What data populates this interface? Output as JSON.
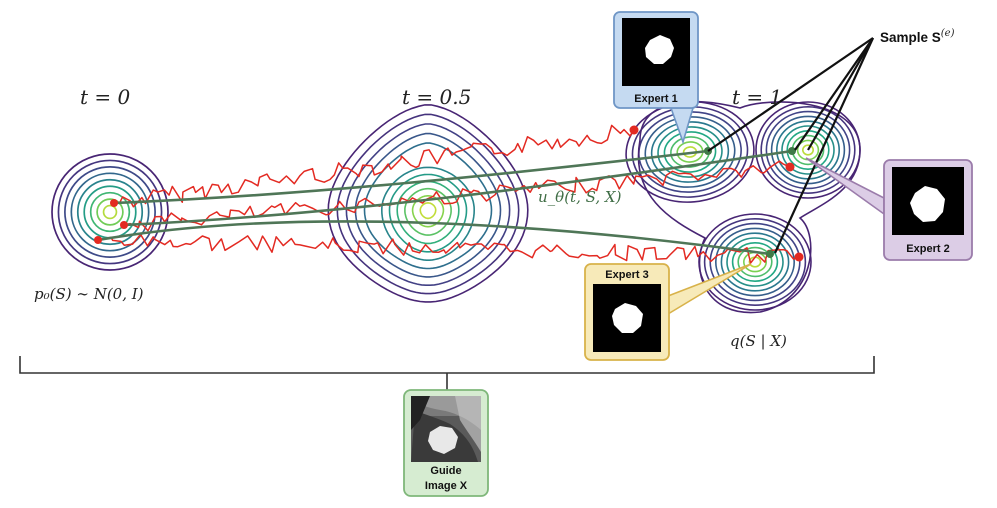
{
  "time_labels": {
    "t0": "t = 0",
    "t05": "t = 0.5",
    "t1": "t = 1"
  },
  "formulas": {
    "prior": "p₀(S) ∼  N(0, I)",
    "velocity": "u_θ(t, S, X)",
    "target": "q(S | X)"
  },
  "sample_label": {
    "text": "Sample S",
    "superscript": "(e)"
  },
  "experts": [
    {
      "label": "Expert 1",
      "border": "#6f96c6",
      "fill": "#c5daf1"
    },
    {
      "label": "Expert 2",
      "border": "#9b7cab",
      "fill": "#dccde6"
    },
    {
      "label": "Expert 3",
      "border": "#d8b24a",
      "fill": "#f7eab9"
    }
  ],
  "guide": {
    "line1": "Guide",
    "line2": "Image X",
    "border": "#7fb77a",
    "fill": "#d6ecd1"
  },
  "colors": {
    "trajectory_red": "#e32a22",
    "flow_green": "#4f7657",
    "velocity_text": "#3f6d45",
    "contour_outer": "#482574",
    "contour_mid": "#21918c",
    "contour_inner": "#fde725"
  }
}
